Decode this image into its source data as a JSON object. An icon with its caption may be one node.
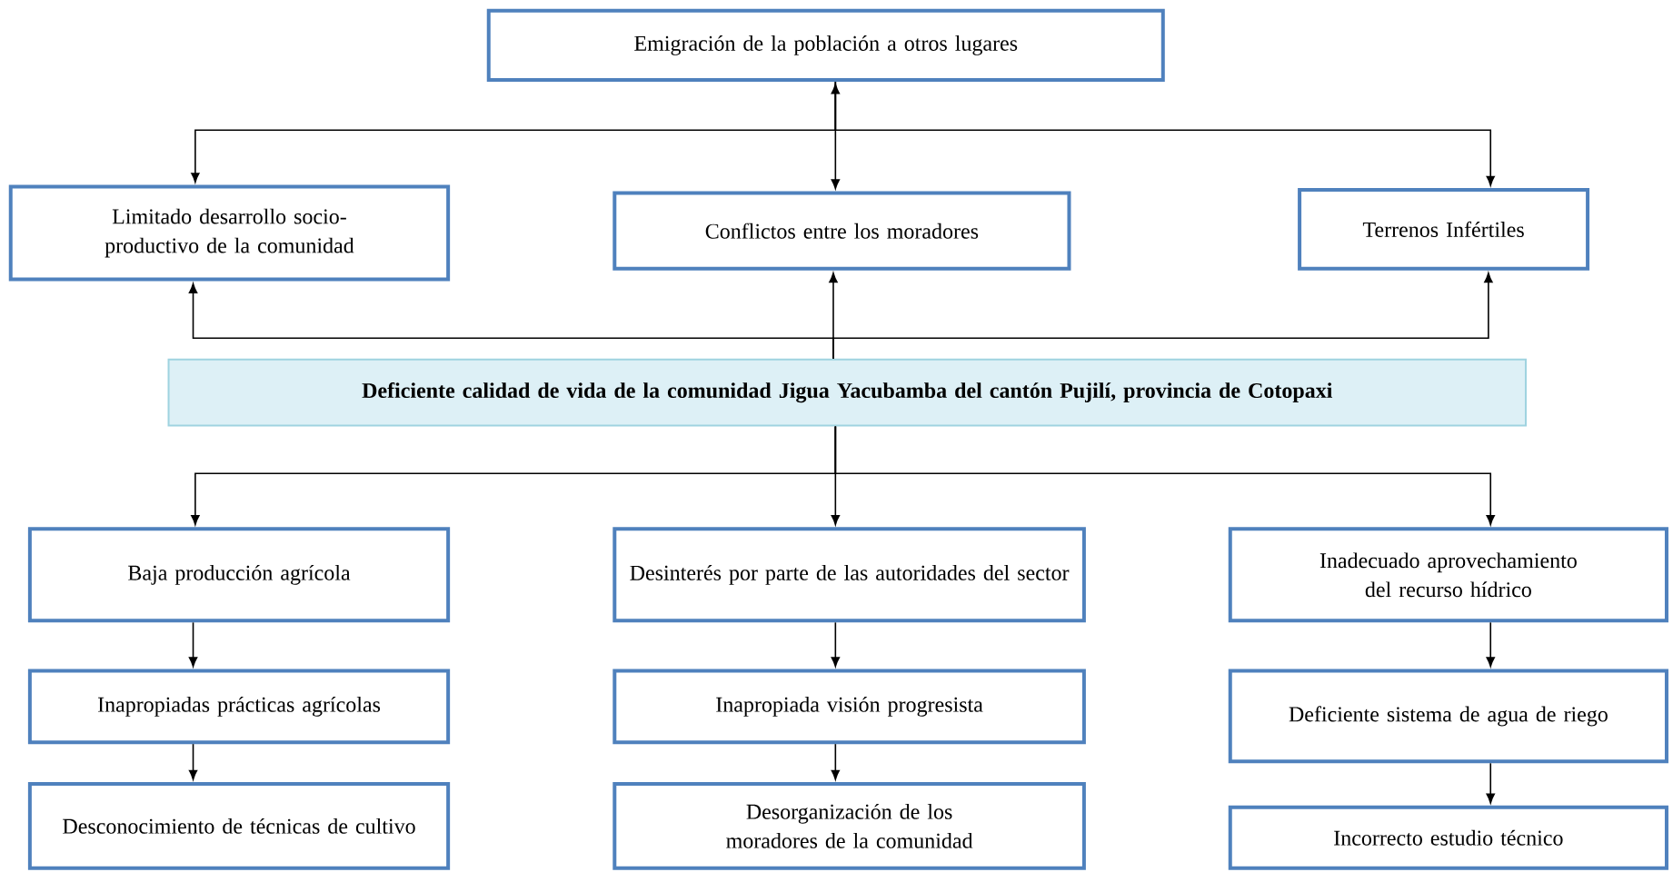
{
  "diagram": {
    "nodes": [
      {
        "text": [
          "Emigración de la población a otros lugares"
        ]
      },
      {
        "text": [
          "Limitado desarrollo socio-productivo de la comunidad"
        ]
      },
      {
        "text": [
          "Conflictos entre los moradores"
        ]
      },
      {
        "text": [
          "Terrenos Infértiles"
        ]
      },
      {
        "text": [
          "Deficiente calidad de vida de la comunidad Jigua Yacubamba del cantón Pujilí, provincia de Cotopaxi"
        ]
      },
      {
        "text": [
          "Baja producción agrícola"
        ]
      },
      {
        "text": [
          "Desinterés por parte de las autoridades del sector"
        ]
      },
      {
        "text": [
          "Inadecuado aprovechamiento del recurso hídrico"
        ]
      },
      {
        "text": [
          "Inapropiadas prácticas agrícolas"
        ]
      },
      {
        "text": [
          "Inapropiada visión progresista"
        ]
      },
      {
        "text": [
          "Deficiente sistema de agua de riego"
        ]
      },
      {
        "text": [
          "Desconocimiento de técnicas de cultivo"
        ]
      },
      {
        "text": [
          "Desorganización de los moradores de la comunidad"
        ]
      },
      {
        "text": [
          "Incorrecto estudio técnico"
        ]
      }
    ],
    "edges": [
      {
        "from": 4,
        "to": 1,
        "arrow": "to"
      },
      {
        "from": 4,
        "to": 2,
        "arrow": "to"
      },
      {
        "from": 4,
        "to": 3,
        "arrow": "to"
      },
      {
        "from": 0,
        "to": 1,
        "arrow": "to"
      },
      {
        "from": 0,
        "to": 2,
        "arrow": "both"
      },
      {
        "from": 0,
        "to": 3,
        "arrow": "to"
      },
      {
        "from": 4,
        "to": 5,
        "arrow": "to"
      },
      {
        "from": 4,
        "to": 6,
        "arrow": "to"
      },
      {
        "from": 4,
        "to": 7,
        "arrow": "to"
      },
      {
        "from": 5,
        "to": 8,
        "arrow": "to"
      },
      {
        "from": 8,
        "to": 11,
        "arrow": "to"
      },
      {
        "from": 6,
        "to": 9,
        "arrow": "to"
      },
      {
        "from": 9,
        "to": 12,
        "arrow": "to"
      },
      {
        "from": 7,
        "to": 10,
        "arrow": "to"
      },
      {
        "from": 10,
        "to": 13,
        "arrow": "to"
      }
    ]
  }
}
